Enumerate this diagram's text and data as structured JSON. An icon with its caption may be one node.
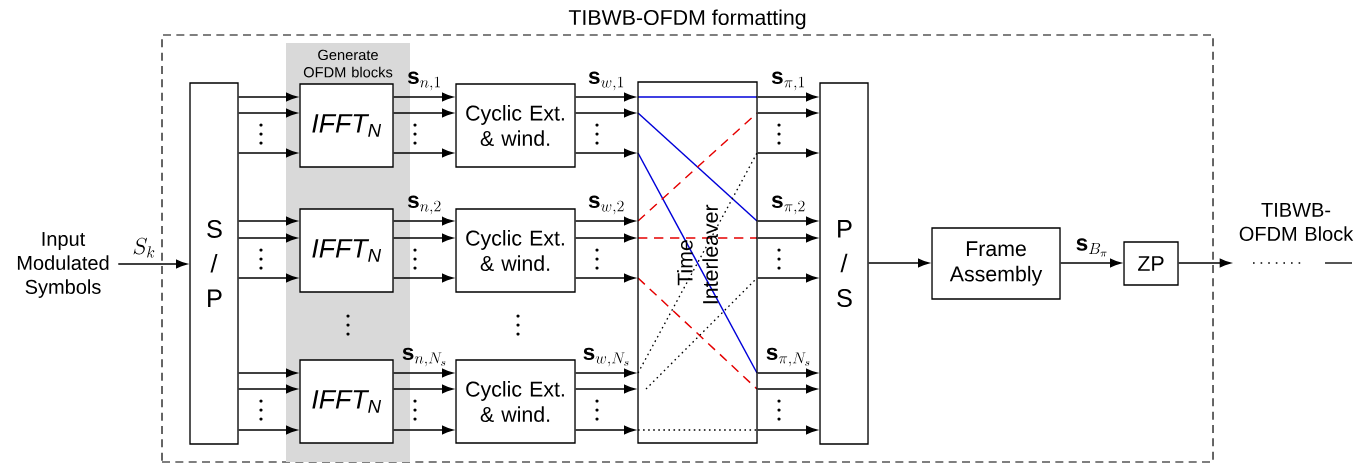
{
  "diagram": {
    "nodes": [
      {
        "text": [
          "TIBWB-OFDM formatting"
        ]
      },
      {
        "text": [
          "Generate OFDM blocks"
        ],
        "in": 0
      },
      {
        "text": [
          "S / P"
        ],
        "in": 0
      },
      {
        "text": [
          "IFFT$_{N}$"
        ],
        "in": 1
      },
      {
        "text": [
          "IFFT$_{N}$"
        ],
        "in": 1
      },
      {
        "text": [
          "IFFT$_{N}$"
        ],
        "in": 1
      },
      {
        "text": [
          "Cyclic Ext. & wind."
        ],
        "in": 0
      },
      {
        "text": [
          "Cyclic Ext. & wind."
        ],
        "in": 0
      },
      {
        "text": [
          "Cyclic Ext. & wind."
        ],
        "in": 0
      },
      {
        "text": [
          "Time Interleaver"
        ],
        "in": 0
      },
      {
        "text": [
          "P / S"
        ],
        "in": 0
      },
      {
        "text": [
          "Frame Assembly"
        ],
        "in": 0
      },
      {
        "text": [
          "ZP"
        ],
        "in": 0
      },
      {
        "text": [
          "Input Modulated Symbols"
        ]
      }
    ],
    "edges": [
      {
        "from": 13,
        "to": 2,
        "arrow": "to",
        "label": "S_k"
      },
      {
        "from": 2,
        "to": 3,
        "arrow": "to"
      },
      {
        "from": 2,
        "to": 3,
        "arrow": "to"
      },
      {
        "from": 2,
        "to": 3,
        "arrow": "to"
      },
      {
        "from": 2,
        "to": 4,
        "arrow": "to"
      },
      {
        "from": 2,
        "to": 4,
        "arrow": "to"
      },
      {
        "from": 2,
        "to": 4,
        "arrow": "to"
      },
      {
        "from": 2,
        "to": 5,
        "arrow": "to"
      },
      {
        "from": 2,
        "to": 5,
        "arrow": "to"
      },
      {
        "from": 2,
        "to": 5,
        "arrow": "to"
      },
      {
        "from": 3,
        "to": 6,
        "arrow": "to",
        "label": "\\mathbf{s}_{n,1}"
      },
      {
        "from": 3,
        "to": 6,
        "arrow": "to"
      },
      {
        "from": 3,
        "to": 6,
        "arrow": "to"
      },
      {
        "from": 4,
        "to": 7,
        "arrow": "to",
        "label": "\\mathbf{s}_{n,2}"
      },
      {
        "from": 4,
        "to": 7,
        "arrow": "to"
      },
      {
        "from": 4,
        "to": 7,
        "arrow": "to"
      },
      {
        "from": 5,
        "to": 8,
        "arrow": "to",
        "label": "\\mathbf{s}_{n,N_s}"
      },
      {
        "from": 5,
        "to": 8,
        "arrow": "to"
      },
      {
        "from": 5,
        "to": 8,
        "arrow": "to"
      },
      {
        "from": 6,
        "to": 9,
        "arrow": "to",
        "label": "\\mathbf{s}_{w,1}"
      },
      {
        "from": 6,
        "to": 9,
        "arrow": "to"
      },
      {
        "from": 6,
        "to": 9,
        "arrow": "to"
      },
      {
        "from": 7,
        "to": 9,
        "arrow": "to",
        "label": "\\mathbf{s}_{w,2}"
      },
      {
        "from": 7,
        "to": 9,
        "arrow": "to"
      },
      {
        "from": 7,
        "to": 9,
        "arrow": "to"
      },
      {
        "from": 8,
        "to": 9,
        "arrow": "to",
        "label": "\\mathbf{s}_{w,N_s}"
      },
      {
        "from": 8,
        "to": 9,
        "arrow": "to"
      },
      {
        "from": 8,
        "to": 9,
        "arrow": "to"
      },
      {
        "from": 9,
        "to": 10,
        "arrow": "to",
        "label": "\\mathbf{s}_{\\pi,1}"
      },
      {
        "from": 9,
        "to": 10,
        "arrow": "to"
      },
      {
        "from": 9,
        "to": 10,
        "arrow": "to"
      },
      {
        "from": 9,
        "to": 10,
        "arrow": "to",
        "label": "\\mathbf{s}_{\\pi,2}"
      },
      {
        "from": 9,
        "to": 10,
        "arrow": "to"
      },
      {
        "from": 9,
        "to": 10,
        "arrow": "to"
      },
      {
        "from": 9,
        "to": 10,
        "arrow": "to",
        "label": "\\mathbf{s}_{\\pi,N_s}"
      },
      {
        "from": 9,
        "to": 10,
        "arrow": "to"
      },
      {
        "from": 9,
        "to": 10,
        "arrow": "to"
      },
      {
        "from": 10,
        "to": 11,
        "arrow": "to"
      },
      {
        "from": 11,
        "to": 12,
        "arrow": "to",
        "label": "\\mathbf{s}_{B_\\pi}"
      },
      {
        "from": 12,
        "to": null,
        "arrow": "to"
      }
    ],
    "labels": [
      "TIBWB-OFDM Block"
    ]
  }
}
